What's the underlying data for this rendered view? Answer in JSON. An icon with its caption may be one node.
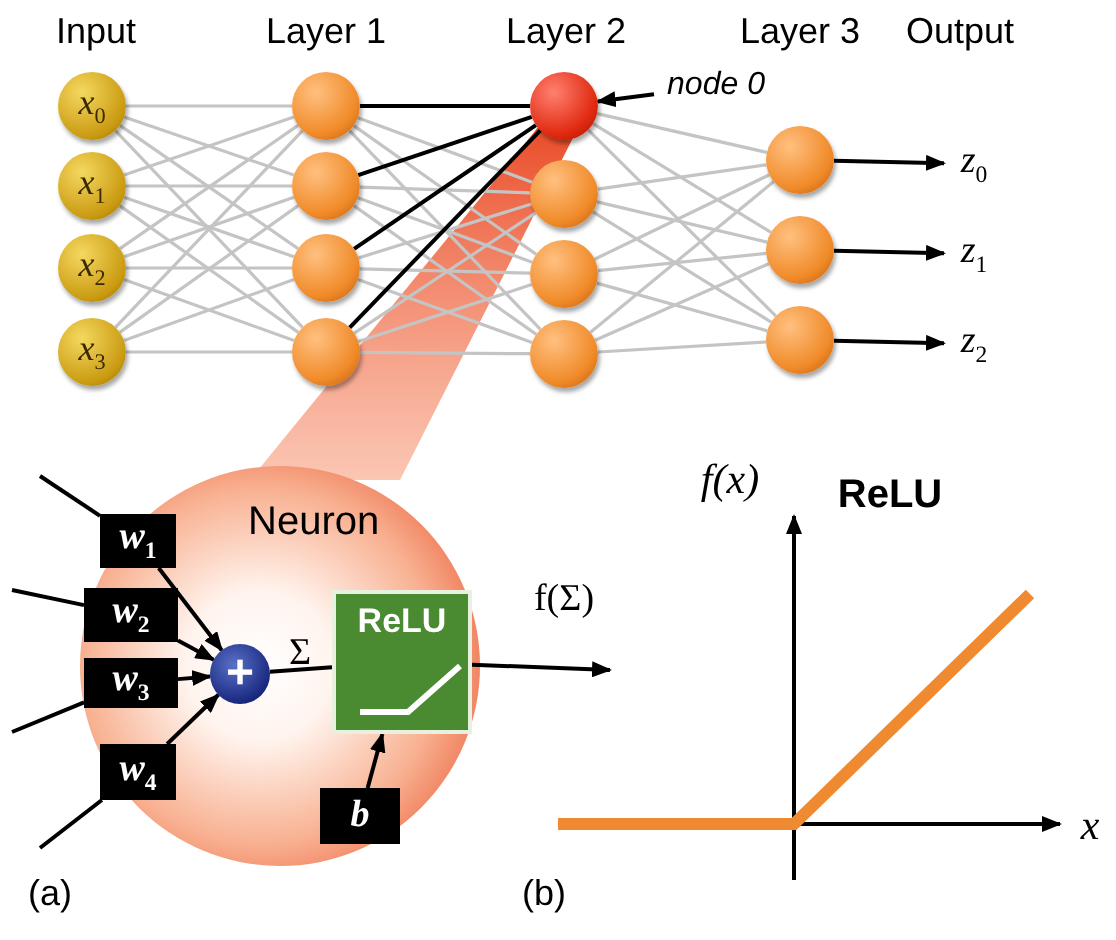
{
  "diagram": {
    "nodes": [
      {
        "text": [
          "x$_{0}$"
        ]
      },
      {
        "text": [
          "x$_{1}$"
        ]
      },
      {
        "text": [
          "x$_{2}$"
        ]
      },
      {
        "text": [
          "x$_{3}$"
        ]
      },
      {
        "text": [],
        "shape": "circle"
      },
      {
        "text": [],
        "shape": "circle"
      },
      {
        "text": [],
        "shape": "circle"
      },
      {
        "text": [],
        "shape": "circle"
      },
      {
        "text": [],
        "shape": "circle"
      },
      {
        "text": [],
        "shape": "circle"
      },
      {
        "text": [],
        "shape": "circle"
      },
      {
        "text": [],
        "shape": "circle"
      },
      {
        "text": [],
        "shape": "circle"
      },
      {
        "text": [],
        "shape": "circle"
      },
      {
        "text": [],
        "shape": "circle"
      },
      {
        "text": [
          "z$_{0}$"
        ]
      },
      {
        "text": [
          "z$_{1}$"
        ]
      },
      {
        "text": [
          "z$_{2}$"
        ]
      },
      {
        "text": [
          "node 0"
        ]
      },
      {
        "text": [
          "Neuron"
        ]
      },
      {
        "text": [
          "w$_{1}$"
        ],
        "in": 19
      },
      {
        "text": [
          "w$_{2}$"
        ],
        "in": 19
      },
      {
        "text": [
          "w$_{3}$"
        ],
        "in": 19
      },
      {
        "text": [
          "w$_{4}$"
        ],
        "in": 19
      },
      {
        "text": [
          "+"
        ],
        "in": 19
      },
      {
        "text": [
          "ReLU"
        ],
        "in": 19
      },
      {
        "text": [
          "b"
        ],
        "in": 19
      }
    ],
    "edges": [
      {
        "from": 0,
        "to": 4,
        "arrow": "none"
      },
      {
        "from": 0,
        "to": 5,
        "arrow": "none"
      },
      {
        "from": 0,
        "to": 6,
        "arrow": "none"
      },
      {
        "from": 0,
        "to": 7,
        "arrow": "none"
      },
      {
        "from": 1,
        "to": 4,
        "arrow": "none"
      },
      {
        "from": 1,
        "to": 5,
        "arrow": "none"
      },
      {
        "from": 1,
        "to": 6,
        "arrow": "none"
      },
      {
        "from": 1,
        "to": 7,
        "arrow": "none"
      },
      {
        "from": 2,
        "to": 4,
        "arrow": "none"
      },
      {
        "from": 2,
        "to": 5,
        "arrow": "none"
      },
      {
        "from": 2,
        "to": 6,
        "arrow": "none"
      },
      {
        "from": 2,
        "to": 7,
        "arrow": "none"
      },
      {
        "from": 3,
        "to": 4,
        "arrow": "none"
      },
      {
        "from": 3,
        "to": 5,
        "arrow": "none"
      },
      {
        "from": 3,
        "to": 6,
        "arrow": "none"
      },
      {
        "from": 3,
        "to": 7,
        "arrow": "none"
      },
      {
        "from": 4,
        "to": 8,
        "arrow": "none",
        "color": "#000000"
      },
      {
        "from": 4,
        "to": 9,
        "arrow": "none"
      },
      {
        "from": 4,
        "to": 10,
        "arrow": "none"
      },
      {
        "from": 4,
        "to": 11,
        "arrow": "none"
      },
      {
        "from": 5,
        "to": 8,
        "arrow": "none",
        "color": "#000000"
      },
      {
        "from": 5,
        "to": 9,
        "arrow": "none"
      },
      {
        "from": 5,
        "to": 10,
        "arrow": "none"
      },
      {
        "from": 5,
        "to": 11,
        "arrow": "none"
      },
      {
        "from": 6,
        "to": 8,
        "arrow": "none",
        "color": "#000000"
      },
      {
        "from": 6,
        "to": 9,
        "arrow": "none"
      },
      {
        "from": 6,
        "to": 10,
        "arrow": "none"
      },
      {
        "from": 6,
        "to": 11,
        "arrow": "none"
      },
      {
        "from": 7,
        "to": 8,
        "arrow": "none",
        "color": "#000000"
      },
      {
        "from": 7,
        "to": 9,
        "arrow": "none"
      },
      {
        "from": 7,
        "to": 10,
        "arrow": "none"
      },
      {
        "from": 7,
        "to": 11,
        "arrow": "none"
      },
      {
        "from": 8,
        "to": 12,
        "arrow": "none"
      },
      {
        "from": 8,
        "to": 13,
        "arrow": "none"
      },
      {
        "from": 8,
        "to": 14,
        "arrow": "none"
      },
      {
        "from": 9,
        "to": 12,
        "arrow": "none"
      },
      {
        "from": 9,
        "to": 13,
        "arrow": "none"
      },
      {
        "from": 9,
        "to": 14,
        "arrow": "none"
      },
      {
        "from": 10,
        "to": 12,
        "arrow": "none"
      },
      {
        "from": 10,
        "to": 13,
        "arrow": "none"
      },
      {
        "from": 10,
        "to": 14,
        "arrow": "none"
      },
      {
        "from": 11,
        "to": 12,
        "arrow": "none"
      },
      {
        "from": 11,
        "to": 13,
        "arrow": "none"
      },
      {
        "from": 11,
        "to": 14,
        "arrow": "none"
      },
      {
        "from": 12,
        "to": 15,
        "arrow": "to",
        "color": "#000000"
      },
      {
        "from": 13,
        "to": 16,
        "arrow": "to",
        "color": "#000000"
      },
      {
        "from": 14,
        "to": 17,
        "arrow": "to",
        "color": "#000000"
      },
      {
        "from": 18,
        "to": 8,
        "arrow": "to",
        "color": "#000000"
      },
      {
        "from": null,
        "to": 20,
        "arrow": "none",
        "color": "#000000"
      },
      {
        "from": null,
        "to": 21,
        "arrow": "none",
        "color": "#000000"
      },
      {
        "from": null,
        "to": 22,
        "arrow": "none",
        "color": "#000000"
      },
      {
        "from": null,
        "to": 23,
        "arrow": "none",
        "color": "#000000"
      },
      {
        "from": 20,
        "to": 24,
        "arrow": "to",
        "color": "#000000"
      },
      {
        "from": 21,
        "to": 24,
        "arrow": "to",
        "color": "#000000"
      },
      {
        "from": 22,
        "to": 24,
        "arrow": "to",
        "color": "#000000"
      },
      {
        "from": 23,
        "to": 24,
        "arrow": "to",
        "color": "#000000"
      },
      {
        "from": 24,
        "to": 25,
        "arrow": "none",
        "label": "Σ",
        "color": "#000000"
      },
      {
        "from": 26,
        "to": 25,
        "arrow": "to",
        "color": "#000000"
      },
      {
        "from": 25,
        "to": null,
        "arrow": "to",
        "label": "f(Σ)",
        "color": "#000000"
      }
    ],
    "labels": [
      "Input",
      "Layer 1",
      "Layer 2",
      "Layer 3",
      "Output",
      "f(x)",
      "ReLU",
      "(a)",
      "(b)",
      "x"
    ]
  }
}
